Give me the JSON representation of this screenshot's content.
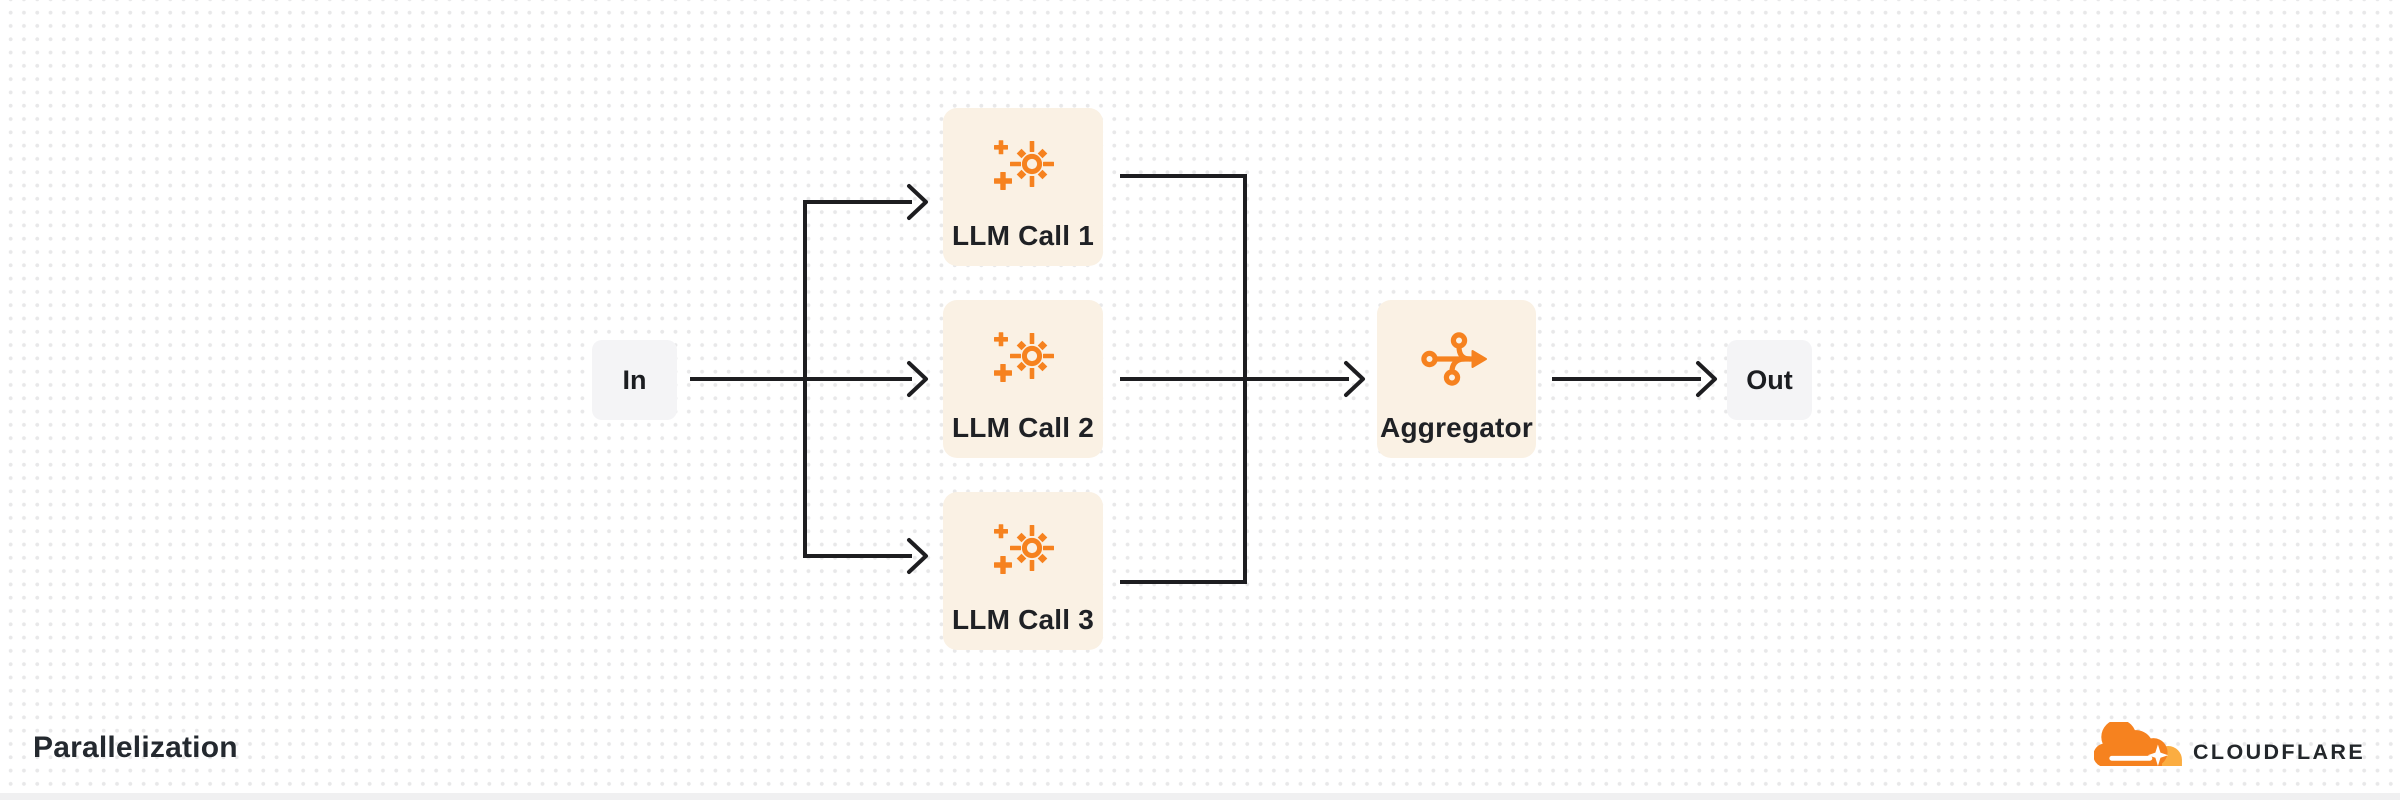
{
  "title": {
    "label": "Parallelization"
  },
  "diagram": {
    "type": "flowchart",
    "nodes": [
      {
        "id": "in",
        "label": "In",
        "kind": "io",
        "icon": null
      },
      {
        "id": "llm_call_1",
        "label": "LLM Call 1",
        "kind": "process",
        "icon": "sparkle-icon"
      },
      {
        "id": "llm_call_2",
        "label": "LLM Call 2",
        "kind": "process",
        "icon": "sparkle-icon"
      },
      {
        "id": "llm_call_3",
        "label": "LLM Call 3",
        "kind": "process",
        "icon": "merge-sparkle"
      },
      {
        "id": "aggregator",
        "label": "Aggregator",
        "kind": "process",
        "icon": "merge-icon"
      },
      {
        "id": "out",
        "label": "Out",
        "kind": "io",
        "icon": null
      }
    ],
    "edges": [
      {
        "from": "in",
        "to": "llm_call_1"
      },
      {
        "from": "in",
        "to": "llm_call_2"
      },
      {
        "from": "in",
        "to": "llm_call_3"
      },
      {
        "from": "llm_call_1",
        "to": "aggregator"
      },
      {
        "from": "llm_call_2",
        "to": "aggregator"
      },
      {
        "from": "llm_call_3",
        "to": "aggregator"
      },
      {
        "from": "aggregator",
        "to": "out"
      }
    ],
    "colors": {
      "accent_orange": "#F6821F",
      "accent_orange_light": "#FBAD41",
      "process_fill": "#FAF1E4",
      "io_fill": "#F4F4F6",
      "connector": "#1D1D20",
      "text": "#1F2125",
      "dot_grid": "#E8E8E9"
    }
  },
  "branding": {
    "wordmark": "CLOUDFLARE",
    "logo": "cloudflare-cloud-icon"
  }
}
